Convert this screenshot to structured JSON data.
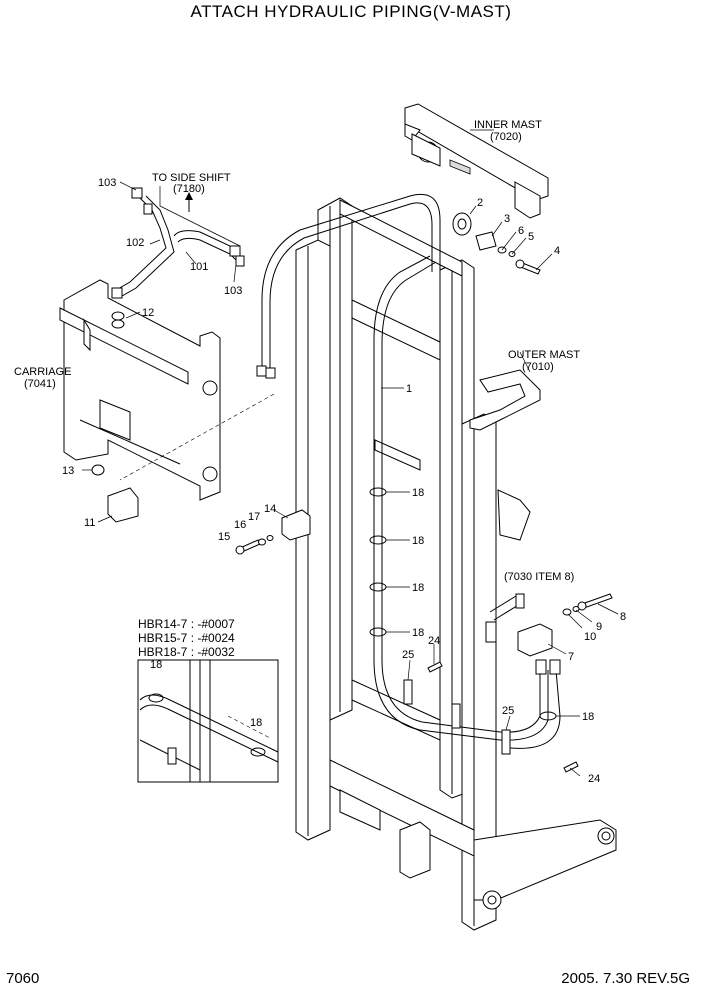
{
  "title": "ATTACH HYDRAULIC PIPING(V-MAST)",
  "page_number": "7060",
  "revision": "2005. 7.30 REV.5G",
  "assemblies": {
    "inner_mast": "INNER MAST",
    "inner_mast_ref": "(7020)",
    "outer_mast": "OUTER MAST",
    "outer_mast_ref": "(7010)",
    "carriage": "CARRIAGE",
    "carriage_ref": "(7041)",
    "side_shift": "TO SIDE SHIFT",
    "side_shift_ref": "(7180)",
    "item_ref": "(7030 ITEM 8)"
  },
  "serial_notes": [
    "HBR14-7 : -#0007",
    "HBR15-7 : -#0024",
    "HBR18-7 : -#0032"
  ],
  "callouts": {
    "c1": "1",
    "c2": "2",
    "c3": "3",
    "c4": "4",
    "c5": "5",
    "c6": "6",
    "c7": "7",
    "c8": "8",
    "c9": "9",
    "c10": "10",
    "c11": "11",
    "c12": "12",
    "c13": "13",
    "c14": "14",
    "c15": "15",
    "c16": "16",
    "c17": "17",
    "c18a": "18",
    "c18b": "18",
    "c18c": "18",
    "c18d": "18",
    "c18e": "18",
    "c18f": "18",
    "c18g": "18",
    "c24a": "24",
    "c24b": "24",
    "c25a": "25",
    "c25b": "25",
    "c101": "101",
    "c102": "102",
    "c103a": "103",
    "c103b": "103"
  }
}
